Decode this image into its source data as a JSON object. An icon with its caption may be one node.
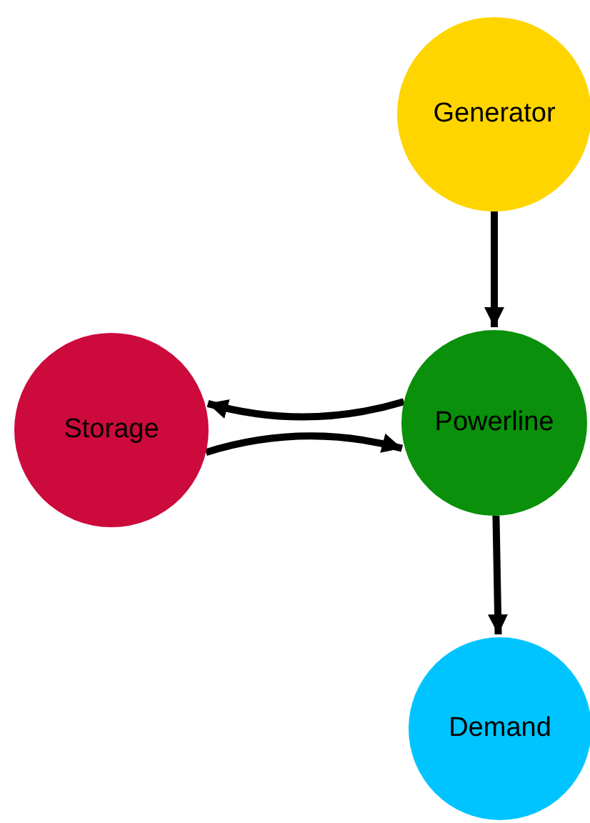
{
  "diagram": {
    "nodes": [
      {
        "text": [
          "Generator"
        ]
      },
      {
        "text": [
          "Storage"
        ]
      },
      {
        "text": [
          "Powerline"
        ]
      },
      {
        "text": [
          "Demand"
        ]
      }
    ],
    "edges": [
      {
        "from": 0,
        "to": 2,
        "arrow": "to"
      },
      {
        "from": 1,
        "to": 2,
        "arrow": "to"
      },
      {
        "from": 2,
        "to": 1,
        "arrow": "to"
      },
      {
        "from": 2,
        "to": 3,
        "arrow": "to"
      }
    ]
  }
}
